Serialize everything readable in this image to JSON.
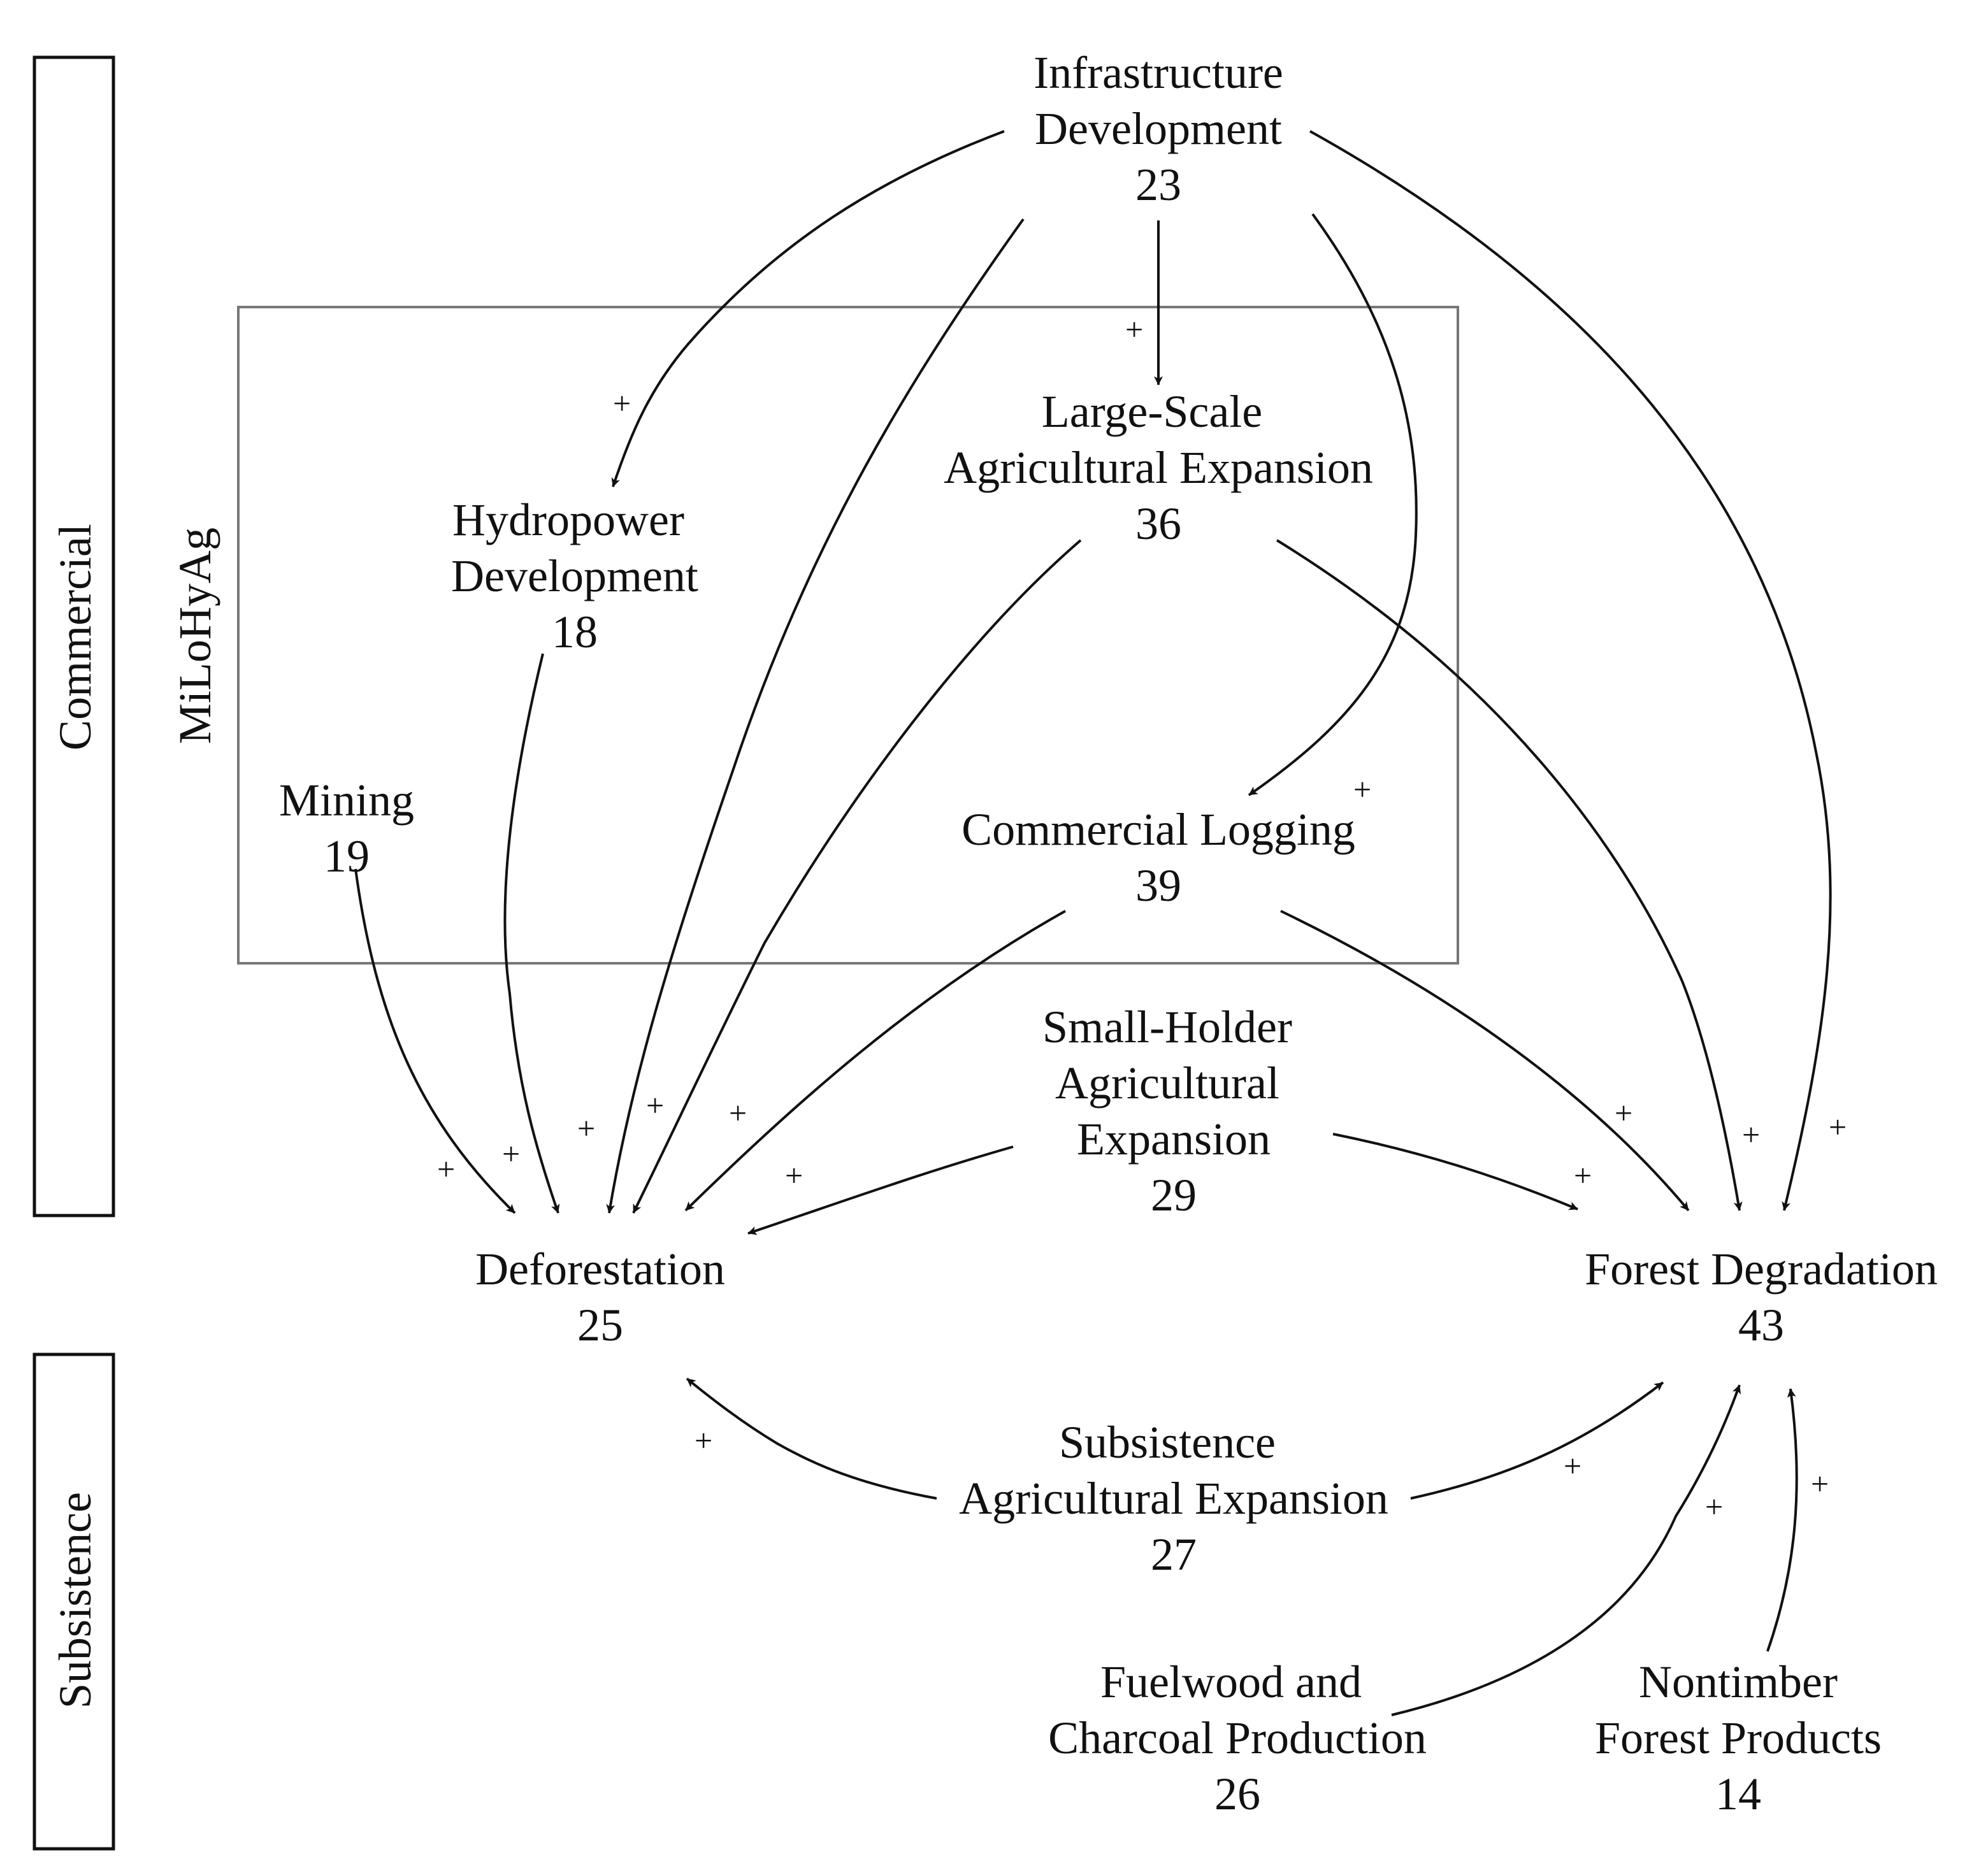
{
  "side_labels": {
    "commercial": "Commercial",
    "subsistence": "Subsistence",
    "group": "MiLoHyAg"
  },
  "nodes": {
    "infrastructure": {
      "line1": "Infrastructure",
      "line2": "Development",
      "value": "23"
    },
    "large_scale_ag": {
      "line1": "Large-Scale",
      "line2": "Agricultural Expansion",
      "value": "36"
    },
    "hydropower": {
      "line1": "Hydropower",
      "line2": "Development",
      "value": "18"
    },
    "mining": {
      "line1": "Mining",
      "value": "19"
    },
    "commercial_logging": {
      "line1": "Commercial Logging",
      "value": "39"
    },
    "small_holder_ag": {
      "line1": "Small-Holder",
      "line2": "Agricultural",
      "line3": "Expansion",
      "value": "29"
    },
    "deforestation": {
      "line1": "Deforestation",
      "value": "25"
    },
    "forest_degradation": {
      "line1": "Forest Degradation",
      "value": "43"
    },
    "subsistence_ag": {
      "line1": "Subsistence",
      "line2": "Agricultural Expansion",
      "value": "27"
    },
    "fuelwood": {
      "line1": "Fuelwood and",
      "line2": "Charcoal Production",
      "value": "26"
    },
    "nontimber": {
      "line1": "Nontimber",
      "line2": "Forest Products",
      "value": "14"
    }
  },
  "edge_sign": "+",
  "colors": {
    "ink": "#111111",
    "group_box": "#777777",
    "background": "#ffffff"
  }
}
